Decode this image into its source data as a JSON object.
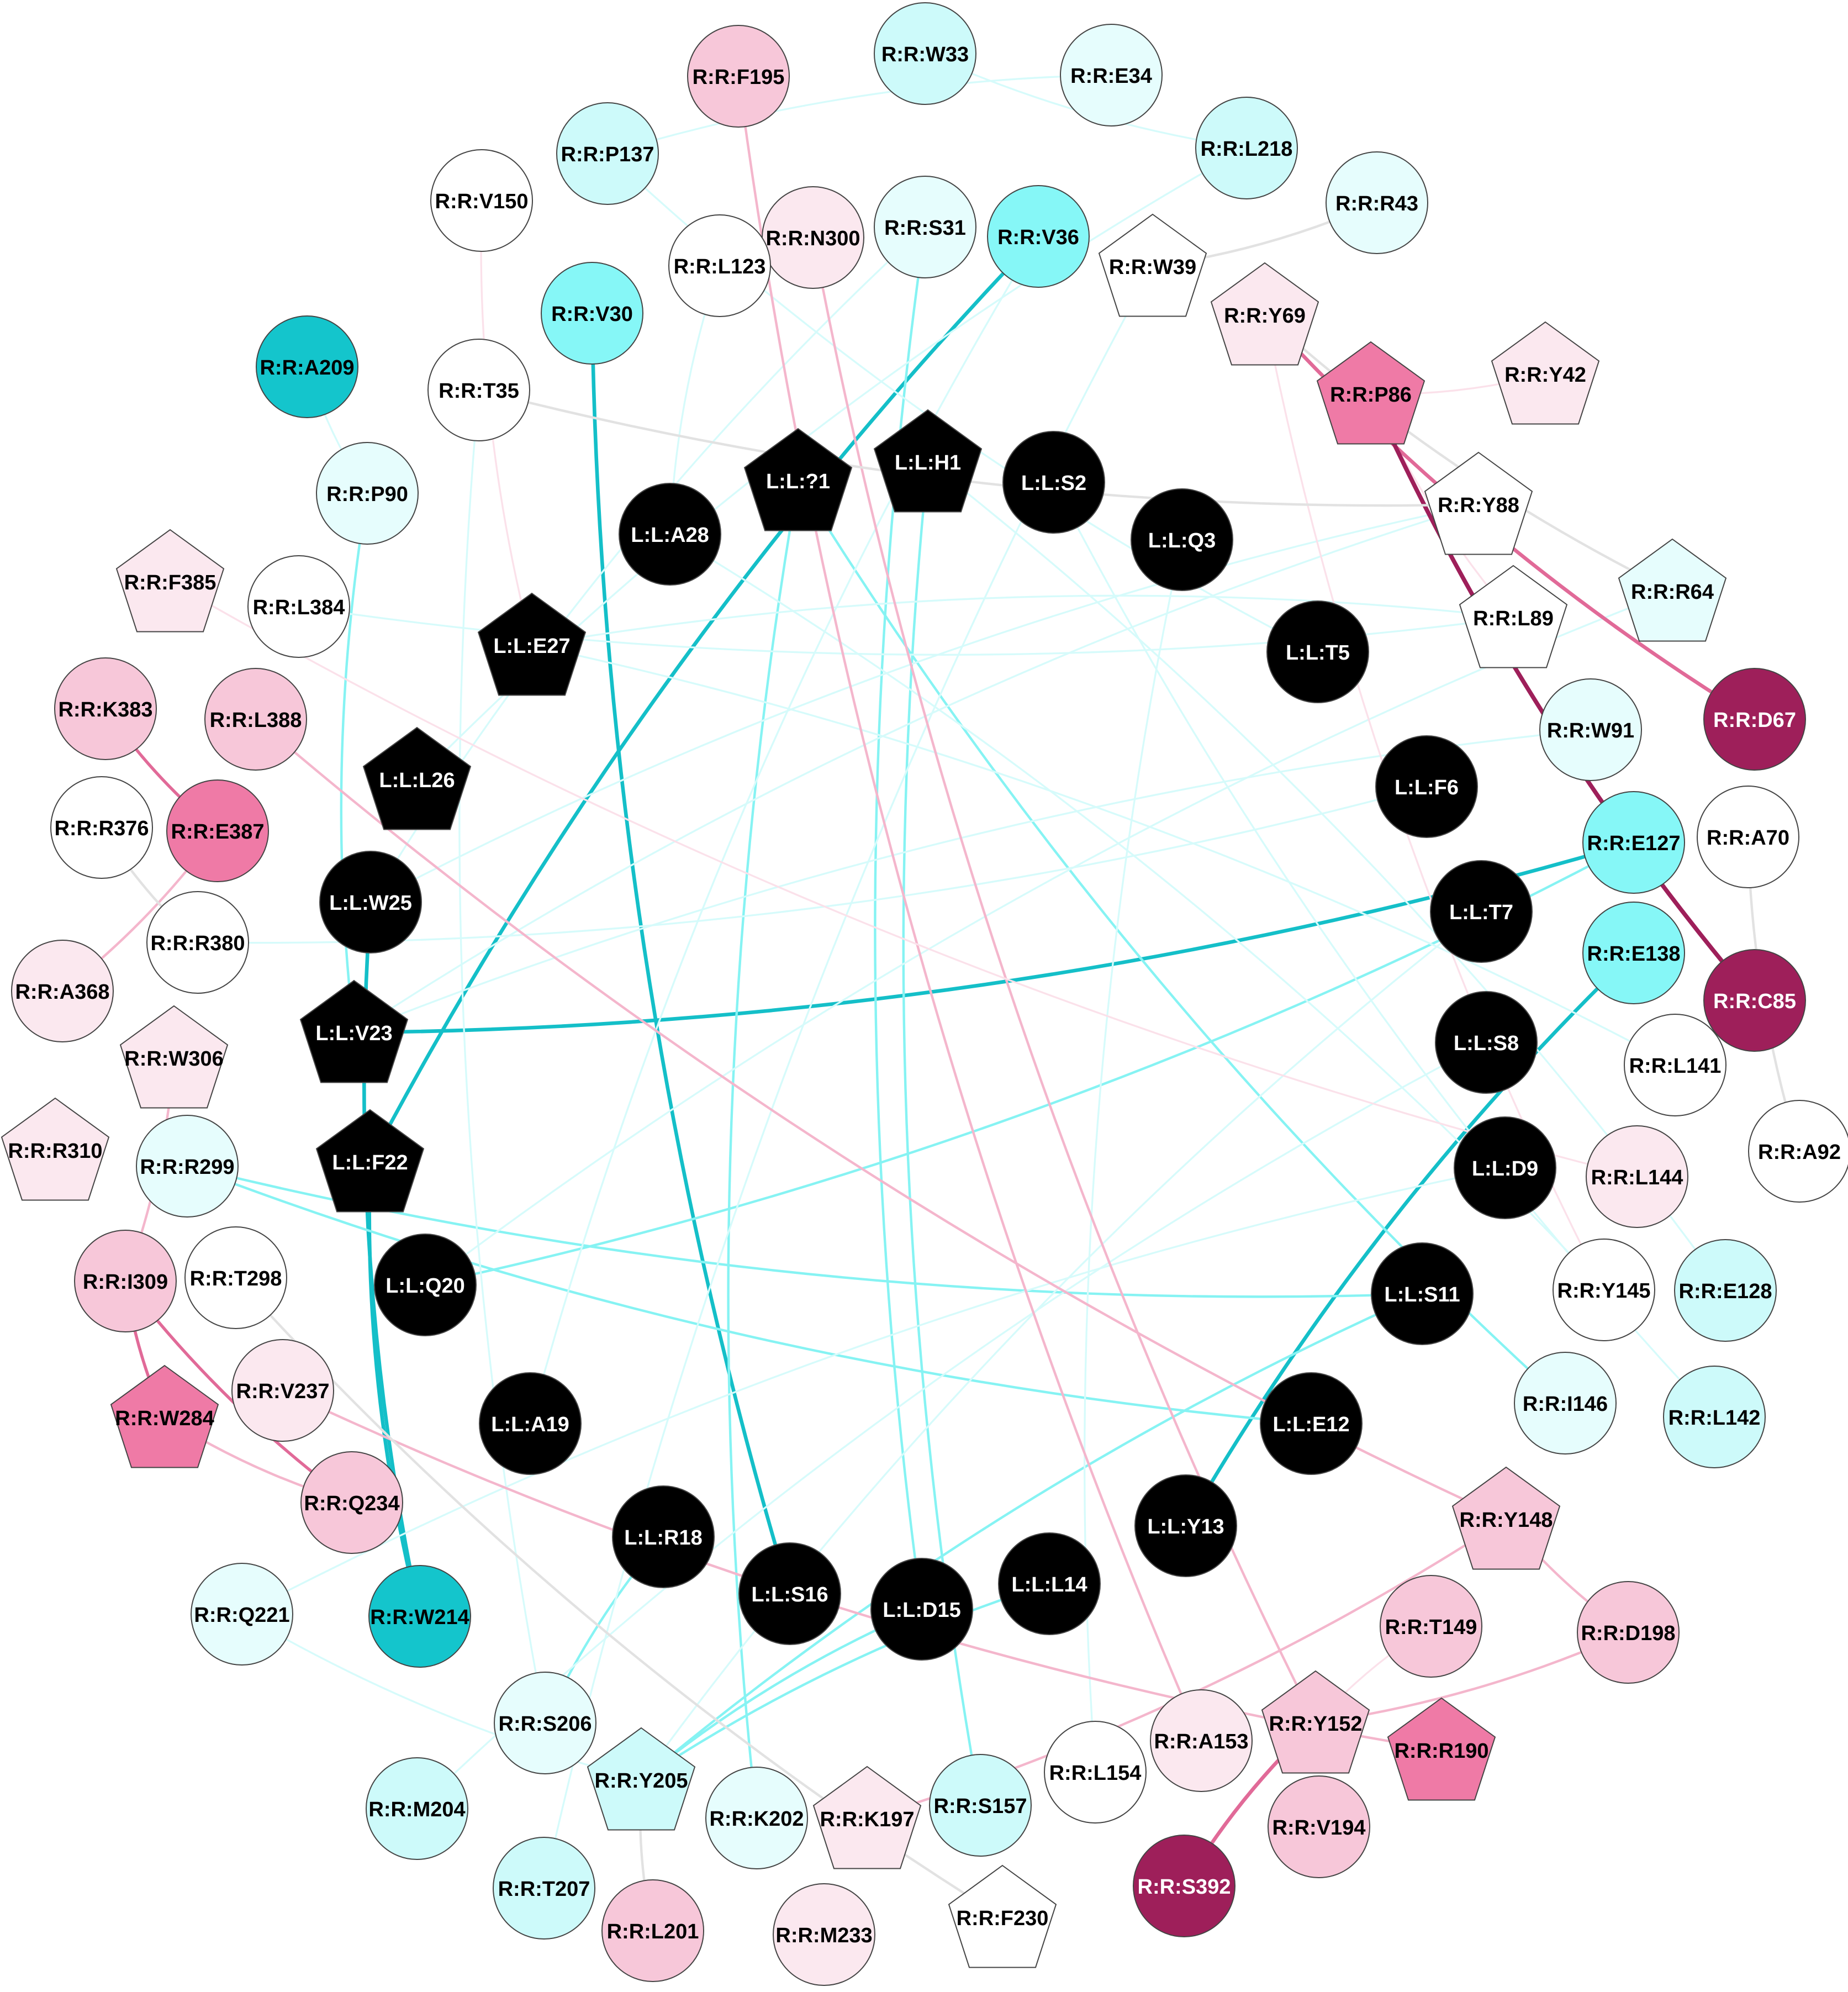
{
  "palette": {
    "white": "#ffffff",
    "black": "#000000",
    "cyan_pale": "#e6fdfd",
    "cyan_light": "#cdfafa",
    "cyan_mid": "#86f7f7",
    "cyan_dark": "#14c5cc",
    "pink_pale": "#fbe8ef",
    "pink_light": "#f7c7d9",
    "pink_mid": "#ef7aa6",
    "magenta_dark": "#9e1f5a",
    "edge_cyan_faint": "#d6fbfb",
    "edge_cyan": "#86f3f3",
    "edge_cyan_dark": "#14bfc8",
    "edge_pink_faint": "#fbe1ea",
    "edge_pink": "#f4b6cc",
    "edge_pink_dark": "#e16a98",
    "edge_magenta": "#9e1f5a",
    "edge_grey": "#e2e2e2"
  },
  "nodes": [
    {
      "id": "R:R:W33",
      "shape": "circle",
      "fill": "cyan_light"
    },
    {
      "id": "R:R:F195",
      "shape": "circle",
      "fill": "pink_light"
    },
    {
      "id": "R:R:E34",
      "shape": "circle",
      "fill": "cyan_pale"
    },
    {
      "id": "R:R:P137",
      "shape": "circle",
      "fill": "cyan_light"
    },
    {
      "id": "R:R:L218",
      "shape": "circle",
      "fill": "cyan_light"
    },
    {
      "id": "R:R:V150",
      "shape": "circle",
      "fill": "white"
    },
    {
      "id": "R:R:S31",
      "shape": "circle",
      "fill": "cyan_pale"
    },
    {
      "id": "R:R:N300",
      "shape": "circle",
      "fill": "pink_pale"
    },
    {
      "id": "R:R:V36",
      "shape": "circle",
      "fill": "cyan_mid"
    },
    {
      "id": "R:R:R43",
      "shape": "circle",
      "fill": "cyan_pale"
    },
    {
      "id": "R:R:L123",
      "shape": "circle",
      "fill": "white"
    },
    {
      "id": "R:R:W39",
      "shape": "pentagon",
      "fill": "white"
    },
    {
      "id": "R:R:V30",
      "shape": "circle",
      "fill": "cyan_mid"
    },
    {
      "id": "R:R:Y69",
      "shape": "pentagon",
      "fill": "pink_pale"
    },
    {
      "id": "R:R:A209",
      "shape": "circle",
      "fill": "cyan_dark"
    },
    {
      "id": "R:R:Y42",
      "shape": "pentagon",
      "fill": "pink_pale"
    },
    {
      "id": "R:R:T35",
      "shape": "circle",
      "fill": "white"
    },
    {
      "id": "R:R:P86",
      "shape": "pentagon",
      "fill": "pink_mid"
    },
    {
      "id": "L:L:?1",
      "shape": "pentagon",
      "fill": "black"
    },
    {
      "id": "L:L:H1",
      "shape": "pentagon",
      "fill": "black"
    },
    {
      "id": "L:L:S2",
      "shape": "circle",
      "fill": "black"
    },
    {
      "id": "R:R:P90",
      "shape": "circle",
      "fill": "cyan_pale"
    },
    {
      "id": "R:R:Y88",
      "shape": "pentagon",
      "fill": "white"
    },
    {
      "id": "L:L:A28",
      "shape": "circle",
      "fill": "black"
    },
    {
      "id": "L:L:Q3",
      "shape": "circle",
      "fill": "black"
    },
    {
      "id": "R:R:F385",
      "shape": "pentagon",
      "fill": "pink_pale"
    },
    {
      "id": "R:R:R64",
      "shape": "pentagon",
      "fill": "cyan_pale"
    },
    {
      "id": "R:R:L384",
      "shape": "circle",
      "fill": "white"
    },
    {
      "id": "R:R:L89",
      "shape": "pentagon",
      "fill": "white"
    },
    {
      "id": "L:L:E27",
      "shape": "pentagon",
      "fill": "black"
    },
    {
      "id": "L:L:T5",
      "shape": "circle",
      "fill": "black"
    },
    {
      "id": "R:R:K383",
      "shape": "circle",
      "fill": "pink_light"
    },
    {
      "id": "R:R:L388",
      "shape": "circle",
      "fill": "pink_light"
    },
    {
      "id": "R:R:D67",
      "shape": "circle",
      "fill": "magenta_dark"
    },
    {
      "id": "R:R:W91",
      "shape": "circle",
      "fill": "cyan_pale"
    },
    {
      "id": "L:L:L26",
      "shape": "pentagon",
      "fill": "black"
    },
    {
      "id": "L:L:F6",
      "shape": "circle",
      "fill": "black"
    },
    {
      "id": "R:R:R376",
      "shape": "circle",
      "fill": "white"
    },
    {
      "id": "R:R:E387",
      "shape": "circle",
      "fill": "pink_mid"
    },
    {
      "id": "R:R:A70",
      "shape": "circle",
      "fill": "white"
    },
    {
      "id": "R:R:E127",
      "shape": "circle",
      "fill": "cyan_mid"
    },
    {
      "id": "L:L:W25",
      "shape": "circle",
      "fill": "black"
    },
    {
      "id": "L:L:T7",
      "shape": "circle",
      "fill": "black"
    },
    {
      "id": "R:R:R380",
      "shape": "circle",
      "fill": "white"
    },
    {
      "id": "R:R:E138",
      "shape": "circle",
      "fill": "cyan_mid"
    },
    {
      "id": "R:R:A368",
      "shape": "circle",
      "fill": "pink_pale"
    },
    {
      "id": "R:R:C85",
      "shape": "circle",
      "fill": "magenta_dark"
    },
    {
      "id": "L:L:V23",
      "shape": "pentagon",
      "fill": "black"
    },
    {
      "id": "R:R:W306",
      "shape": "pentagon",
      "fill": "pink_pale"
    },
    {
      "id": "L:L:S8",
      "shape": "circle",
      "fill": "black"
    },
    {
      "id": "R:R:L141",
      "shape": "circle",
      "fill": "white"
    },
    {
      "id": "R:R:R310",
      "shape": "pentagon",
      "fill": "pink_pale"
    },
    {
      "id": "R:R:A92",
      "shape": "circle",
      "fill": "white"
    },
    {
      "id": "L:L:F22",
      "shape": "pentagon",
      "fill": "black"
    },
    {
      "id": "R:R:R299",
      "shape": "circle",
      "fill": "cyan_pale"
    },
    {
      "id": "L:L:D9",
      "shape": "circle",
      "fill": "black"
    },
    {
      "id": "R:R:L144",
      "shape": "circle",
      "fill": "pink_pale"
    },
    {
      "id": "R:R:I309",
      "shape": "circle",
      "fill": "pink_light"
    },
    {
      "id": "R:R:T298",
      "shape": "circle",
      "fill": "white"
    },
    {
      "id": "L:L:Q20",
      "shape": "circle",
      "fill": "black"
    },
    {
      "id": "L:L:S11",
      "shape": "circle",
      "fill": "black"
    },
    {
      "id": "R:R:Y145",
      "shape": "circle",
      "fill": "white"
    },
    {
      "id": "R:R:E128",
      "shape": "circle",
      "fill": "cyan_light"
    },
    {
      "id": "R:R:V237",
      "shape": "circle",
      "fill": "pink_pale"
    },
    {
      "id": "R:R:W284",
      "shape": "pentagon",
      "fill": "pink_mid"
    },
    {
      "id": "L:L:A19",
      "shape": "circle",
      "fill": "black"
    },
    {
      "id": "R:R:I146",
      "shape": "circle",
      "fill": "cyan_pale"
    },
    {
      "id": "L:L:E12",
      "shape": "circle",
      "fill": "black"
    },
    {
      "id": "R:R:L142",
      "shape": "circle",
      "fill": "cyan_light"
    },
    {
      "id": "R:R:Q234",
      "shape": "circle",
      "fill": "pink_light"
    },
    {
      "id": "L:L:Y13",
      "shape": "circle",
      "fill": "black"
    },
    {
      "id": "R:R:Y148",
      "shape": "pentagon",
      "fill": "pink_light"
    },
    {
      "id": "L:L:R18",
      "shape": "circle",
      "fill": "black"
    },
    {
      "id": "L:L:L14",
      "shape": "circle",
      "fill": "black"
    },
    {
      "id": "L:L:S16",
      "shape": "circle",
      "fill": "black"
    },
    {
      "id": "L:L:D15",
      "shape": "circle",
      "fill": "black"
    },
    {
      "id": "R:R:Q221",
      "shape": "circle",
      "fill": "cyan_pale"
    },
    {
      "id": "R:R:W214",
      "shape": "circle",
      "fill": "cyan_dark"
    },
    {
      "id": "R:R:T149",
      "shape": "circle",
      "fill": "pink_light"
    },
    {
      "id": "R:R:D198",
      "shape": "circle",
      "fill": "pink_light"
    },
    {
      "id": "R:R:S206",
      "shape": "circle",
      "fill": "cyan_pale"
    },
    {
      "id": "R:R:Y152",
      "shape": "pentagon",
      "fill": "pink_light"
    },
    {
      "id": "R:R:A153",
      "shape": "circle",
      "fill": "pink_pale"
    },
    {
      "id": "R:R:R190",
      "shape": "pentagon",
      "fill": "pink_mid"
    },
    {
      "id": "R:R:L154",
      "shape": "circle",
      "fill": "white"
    },
    {
      "id": "R:R:Y205",
      "shape": "pentagon",
      "fill": "cyan_light"
    },
    {
      "id": "R:R:M204",
      "shape": "circle",
      "fill": "cyan_light"
    },
    {
      "id": "R:R:K202",
      "shape": "circle",
      "fill": "cyan_pale"
    },
    {
      "id": "R:R:K197",
      "shape": "pentagon",
      "fill": "pink_pale"
    },
    {
      "id": "R:R:S157",
      "shape": "circle",
      "fill": "cyan_light"
    },
    {
      "id": "R:R:V194",
      "shape": "circle",
      "fill": "pink_light"
    },
    {
      "id": "R:R:T207",
      "shape": "circle",
      "fill": "cyan_light"
    },
    {
      "id": "R:R:L201",
      "shape": "circle",
      "fill": "pink_light"
    },
    {
      "id": "R:R:M233",
      "shape": "circle",
      "fill": "pink_pale"
    },
    {
      "id": "R:R:F230",
      "shape": "pentagon",
      "fill": "white"
    },
    {
      "id": "R:R:S392",
      "shape": "circle",
      "fill": "magenta_dark"
    }
  ],
  "edges": [
    {
      "source": "R:R:V30",
      "target": "L:L:S16",
      "color": "edge_cyan_dark",
      "weight": 3
    },
    {
      "source": "R:R:V36",
      "target": "L:L:F22",
      "color": "edge_cyan_dark",
      "weight": 3
    },
    {
      "source": "L:L:V23",
      "target": "R:R:E127",
      "color": "edge_cyan_dark",
      "weight": 3
    },
    {
      "source": "L:L:W25",
      "target": "R:R:W214",
      "color": "edge_cyan_dark",
      "weight": 3
    },
    {
      "source": "L:L:F22",
      "target": "R:R:W214",
      "color": "edge_cyan_dark",
      "weight": 3
    },
    {
      "source": "R:R:E138",
      "target": "L:L:Y13",
      "color": "edge_cyan_dark",
      "weight": 3
    },
    {
      "source": "R:R:S31",
      "target": "L:L:D15",
      "color": "edge_cyan",
      "weight": 2
    },
    {
      "source": "L:L:?1",
      "target": "R:R:K202",
      "color": "edge_cyan",
      "weight": 2
    },
    {
      "source": "L:L:?1",
      "target": "R:R:I146",
      "color": "edge_cyan",
      "weight": 2
    },
    {
      "source": "L:L:H1",
      "target": "R:R:S157",
      "color": "edge_cyan",
      "weight": 2
    },
    {
      "source": "R:R:P90",
      "target": "L:L:V23",
      "color": "edge_cyan",
      "weight": 2
    },
    {
      "source": "R:R:R299",
      "target": "L:L:S11",
      "color": "edge_cyan",
      "weight": 2
    },
    {
      "source": "R:R:R299",
      "target": "L:L:E12",
      "color": "edge_cyan",
      "weight": 2
    },
    {
      "source": "L:L:Q20",
      "target": "R:R:E127",
      "color": "edge_cyan",
      "weight": 2
    },
    {
      "source": "L:L:R18",
      "target": "R:R:S206",
      "color": "edge_cyan",
      "weight": 2
    },
    {
      "source": "L:L:D15",
      "target": "R:R:Y205",
      "color": "edge_cyan",
      "weight": 2
    },
    {
      "source": "L:L:L14",
      "target": "R:R:Y205",
      "color": "edge_cyan",
      "weight": 2
    },
    {
      "source": "L:L:S11",
      "target": "R:R:Y205",
      "color": "edge_cyan",
      "weight": 2
    },
    {
      "source": "R:R:W33",
      "target": "R:R:L218",
      "color": "edge_cyan_faint",
      "weight": 1.5
    },
    {
      "source": "R:R:E34",
      "target": "R:R:P137",
      "color": "edge_cyan_faint",
      "weight": 1.5
    },
    {
      "source": "R:R:P137",
      "target": "L:L:T5",
      "color": "edge_cyan_faint",
      "weight": 1.5
    },
    {
      "source": "R:R:L218",
      "target": "L:L:L26",
      "color": "edge_cyan_faint",
      "weight": 1.5
    },
    {
      "source": "R:R:A209",
      "target": "R:R:P90",
      "color": "edge_cyan_faint",
      "weight": 1.5
    },
    {
      "source": "R:R:T35",
      "target": "R:R:S206",
      "color": "edge_cyan_faint",
      "weight": 1.5
    },
    {
      "source": "R:R:L123",
      "target": "L:L:A28",
      "color": "edge_cyan_faint",
      "weight": 1.5
    },
    {
      "source": "R:R:L384",
      "target": "R:R:L89",
      "color": "edge_cyan_faint",
      "weight": 1.5
    },
    {
      "source": "R:R:Y88",
      "target": "L:L:W25",
      "color": "edge_cyan_faint",
      "weight": 1.5
    },
    {
      "source": "R:R:Y88",
      "target": "L:L:V23",
      "color": "edge_cyan_faint",
      "weight": 1.5
    },
    {
      "source": "R:R:L89",
      "target": "L:L:E27",
      "color": "edge_cyan_faint",
      "weight": 1.5
    },
    {
      "source": "R:R:W91",
      "target": "L:L:V23",
      "color": "edge_cyan_faint",
      "weight": 1.5
    },
    {
      "source": "R:R:R380",
      "target": "L:L:F6",
      "color": "edge_cyan_faint",
      "weight": 1.5
    },
    {
      "source": "R:R:R64",
      "target": "L:L:Q20",
      "color": "edge_cyan_faint",
      "weight": 1.5
    },
    {
      "source": "L:L:S2",
      "target": "R:R:L142",
      "color": "edge_cyan_faint",
      "weight": 1.5
    },
    {
      "source": "L:L:Q3",
      "target": "R:R:L154",
      "color": "edge_cyan_faint",
      "weight": 1.5
    },
    {
      "source": "L:L:T7",
      "target": "R:R:Y205",
      "color": "edge_cyan_faint",
      "weight": 1.5
    },
    {
      "source": "L:L:S8",
      "target": "R:R:M204",
      "color": "edge_cyan_faint",
      "weight": 1.5
    },
    {
      "source": "L:L:D9",
      "target": "R:R:Q221",
      "color": "edge_cyan_faint",
      "weight": 1.5
    },
    {
      "source": "R:R:L141",
      "target": "L:L:E27",
      "color": "edge_cyan_faint",
      "weight": 1.5
    },
    {
      "source": "R:R:E128",
      "target": "L:L:H1",
      "color": "edge_cyan_faint",
      "weight": 1.5
    },
    {
      "source": "R:R:Y145",
      "target": "L:L:A28",
      "color": "edge_cyan_faint",
      "weight": 1.5
    },
    {
      "source": "R:R:W39",
      "target": "R:R:T207",
      "color": "edge_cyan_faint",
      "weight": 1.5
    },
    {
      "source": "R:R:S31",
      "target": "L:L:W25",
      "color": "edge_cyan_faint",
      "weight": 1.5
    },
    {
      "source": "R:R:V36",
      "target": "L:L:A19",
      "color": "edge_cyan_faint",
      "weight": 1.5
    },
    {
      "source": "R:R:Q221",
      "target": "R:R:Y205",
      "color": "edge_cyan_faint",
      "weight": 1.5
    },
    {
      "source": "R:R:F195",
      "target": "R:R:A153",
      "color": "edge_pink",
      "weight": 2
    },
    {
      "source": "R:R:N300",
      "target": "R:R:Y152",
      "color": "edge_pink",
      "weight": 2
    },
    {
      "source": "R:R:L388",
      "target": "R:R:Y148",
      "color": "edge_pink",
      "weight": 2
    },
    {
      "source": "R:R:V237",
      "target": "R:R:R190",
      "color": "edge_pink",
      "weight": 2
    },
    {
      "source": "R:R:K197",
      "target": "R:R:Y148",
      "color": "edge_pink",
      "weight": 2
    },
    {
      "source": "R:R:A368",
      "target": "R:R:E387",
      "color": "edge_pink",
      "weight": 2
    },
    {
      "source": "R:R:Y152",
      "target": "R:R:D198",
      "color": "edge_pink",
      "weight": 2
    },
    {
      "source": "R:R:Y148",
      "target": "R:R:D198",
      "color": "edge_pink",
      "weight": 2
    },
    {
      "source": "R:R:W284",
      "target": "R:R:Q234",
      "color": "edge_pink",
      "weight": 2
    },
    {
      "source": "R:R:I309",
      "target": "R:R:W306",
      "color": "edge_pink",
      "weight": 2
    },
    {
      "source": "R:R:V150",
      "target": "L:L:E27",
      "color": "edge_pink_faint",
      "weight": 1.5
    },
    {
      "source": "R:R:F385",
      "target": "R:R:L144",
      "color": "edge_pink_faint",
      "weight": 1.5
    },
    {
      "source": "R:R:Y69",
      "target": "R:R:Y145",
      "color": "edge_pink_faint",
      "weight": 1.5
    },
    {
      "source": "R:R:P86",
      "target": "R:R:L89",
      "color": "edge_pink_faint",
      "weight": 1.5
    },
    {
      "source": "R:R:P86",
      "target": "R:R:Y42",
      "color": "edge_pink_faint",
      "weight": 1.5
    },
    {
      "source": "R:R:T149",
      "target": "R:R:Y152",
      "color": "edge_pink_faint",
      "weight": 1.5
    },
    {
      "source": "R:R:K383",
      "target": "R:R:E387",
      "color": "edge_pink_dark",
      "weight": 2.5
    },
    {
      "source": "R:R:I309",
      "target": "R:R:W284",
      "color": "edge_pink_dark",
      "weight": 2.5
    },
    {
      "source": "R:R:I309",
      "target": "R:R:Q234",
      "color": "edge_pink_dark",
      "weight": 2.5
    },
    {
      "source": "R:R:Y152",
      "target": "R:R:S392",
      "color": "edge_pink_dark",
      "weight": 3
    },
    {
      "source": "R:R:Y69",
      "target": "R:R:D67",
      "color": "edge_pink_dark",
      "weight": 3
    },
    {
      "source": "R:R:P86",
      "target": "R:R:C85",
      "color": "edge_magenta",
      "weight": 3.5
    },
    {
      "source": "R:R:T35",
      "target": "R:R:Y88",
      "color": "edge_grey",
      "weight": 2
    },
    {
      "source": "R:R:W39",
      "target": "R:R:R43",
      "color": "edge_grey",
      "weight": 2
    },
    {
      "source": "R:R:Y69",
      "target": "R:R:R64",
      "color": "edge_grey",
      "weight": 2
    },
    {
      "source": "R:R:A70",
      "target": "R:R:A92",
      "color": "edge_grey",
      "weight": 2
    },
    {
      "source": "R:R:T298",
      "target": "R:R:F230",
      "color": "edge_grey",
      "weight": 2
    },
    {
      "source": "R:R:R376",
      "target": "R:R:R380",
      "color": "edge_grey",
      "weight": 2
    },
    {
      "source": "R:R:Y205",
      "target": "R:R:L201",
      "color": "edge_grey",
      "weight": 2
    }
  ]
}
